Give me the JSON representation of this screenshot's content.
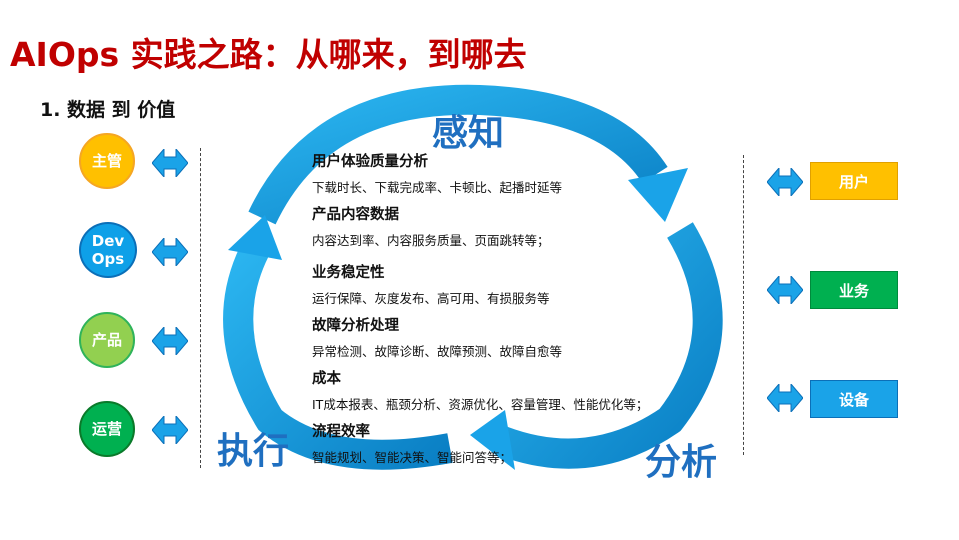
{
  "title": "AIOps 实践之路：从哪来，到哪去",
  "subtitle": "1. 数据 到 价值",
  "left_roles": [
    "主管",
    "Dev Ops",
    "产品",
    "运营"
  ],
  "right_targets": [
    "用户",
    "业务",
    "设备"
  ],
  "cycle": {
    "top": "感知",
    "right": "分析",
    "left": "执行"
  },
  "items": [
    {
      "heading": "用户体验质量分析",
      "detail": "下载时长、下载完成率、卡顿比、起播时延等"
    },
    {
      "heading": "产品内容数据",
      "detail": "内容达到率、内容服务质量、页面跳转等；"
    },
    {
      "heading": "业务稳定性",
      "detail": "运行保障、灰度发布、高可用、有损服务等"
    },
    {
      "heading": "故障分析处理",
      "detail": "异常检测、故障诊断、故障预测、故障自愈等"
    },
    {
      "heading": "成本",
      "detail": "IT成本报表、瓶颈分析、资源优化、容量管理、性能优化等；"
    },
    {
      "heading": "流程效率",
      "detail": "智能规划、智能决策、智能问答等；"
    }
  ],
  "colors": {
    "title": "#c00000",
    "arrow": "#1aa3e8",
    "role_colors": [
      "#ffc000",
      "#0ea0e8",
      "#92d050",
      "#00b050"
    ],
    "target_colors": [
      "#ffc000",
      "#00b050",
      "#1aa3e8"
    ]
  }
}
